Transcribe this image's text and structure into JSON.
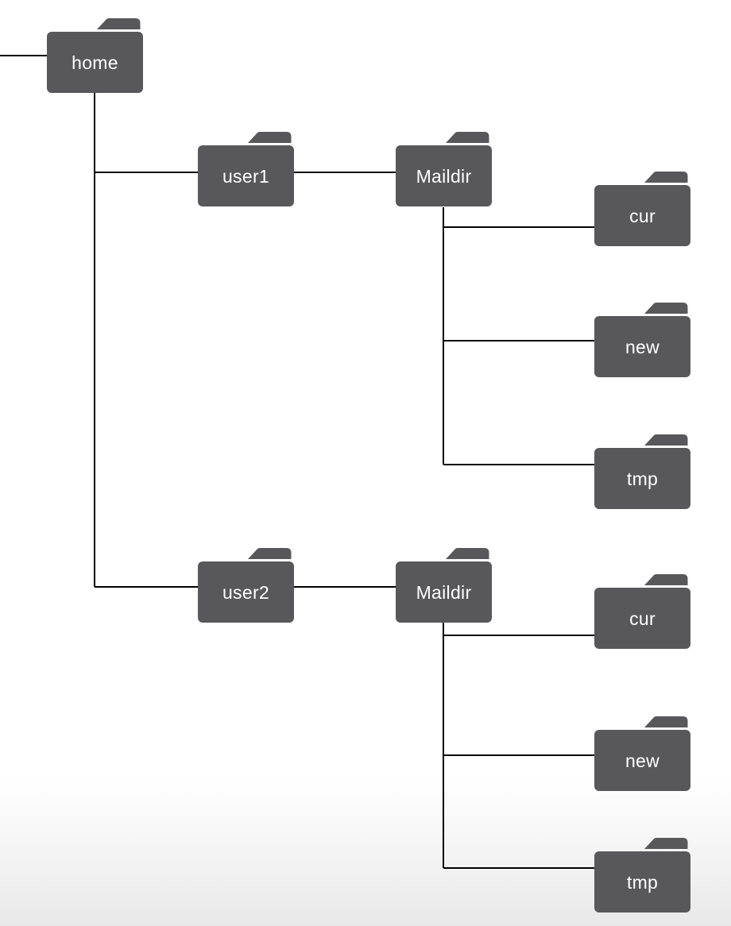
{
  "diagram": {
    "type": "directory-tree",
    "nodes": {
      "home": {
        "label": "home"
      },
      "user1": {
        "label": "user1"
      },
      "maildir1": {
        "label": "Maildir"
      },
      "cur1": {
        "label": "cur"
      },
      "new1": {
        "label": "new"
      },
      "tmp1": {
        "label": "tmp"
      },
      "user2": {
        "label": "user2"
      },
      "maildir2": {
        "label": "Maildir"
      },
      "cur2": {
        "label": "cur"
      },
      "new2": {
        "label": "new"
      },
      "tmp2": {
        "label": "tmp"
      }
    },
    "edges": [
      {
        "from": "root-edge",
        "to": "home"
      },
      {
        "from": "home",
        "to": "user1"
      },
      {
        "from": "home",
        "to": "user2"
      },
      {
        "from": "user1",
        "to": "maildir1"
      },
      {
        "from": "maildir1",
        "to": "cur1"
      },
      {
        "from": "maildir1",
        "to": "new1"
      },
      {
        "from": "maildir1",
        "to": "tmp1"
      },
      {
        "from": "user2",
        "to": "maildir2"
      },
      {
        "from": "maildir2",
        "to": "cur2"
      },
      {
        "from": "maildir2",
        "to": "new2"
      },
      {
        "from": "maildir2",
        "to": "tmp2"
      }
    ]
  },
  "colors": {
    "folder": "#58585a",
    "line": "#000000",
    "label": "#ffffff",
    "background_bottom": "#e8e8e8"
  }
}
